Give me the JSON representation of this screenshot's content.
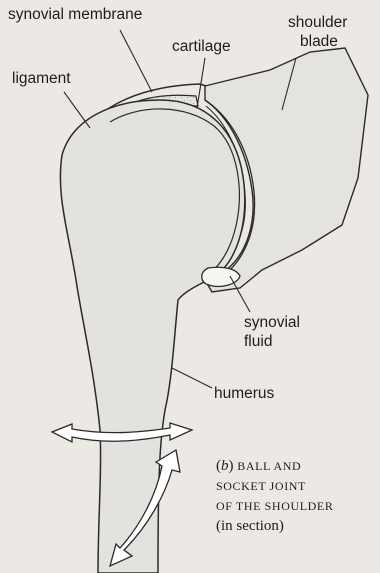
{
  "labels": {
    "synovial_membrane": "synovial membrane",
    "shoulder_blade_1": "shoulder",
    "shoulder_blade_2": "blade",
    "cartilage": "cartilage",
    "ligament": "ligament",
    "synovial_fluid_1": "synovial",
    "synovial_fluid_2": "fluid",
    "humerus": "humerus"
  },
  "caption": {
    "prefix_open": "(",
    "prefix_letter": "b",
    "prefix_close": ")",
    "line1": "BALL AND",
    "line2": "SOCKET JOINT",
    "line3": "OF THE SHOULDER",
    "line4": "(in section)"
  },
  "colors": {
    "background": "#ece9e5",
    "bone": "#e4e2df",
    "outline": "#2a2a2a",
    "cavity": "#f6f5f2"
  }
}
